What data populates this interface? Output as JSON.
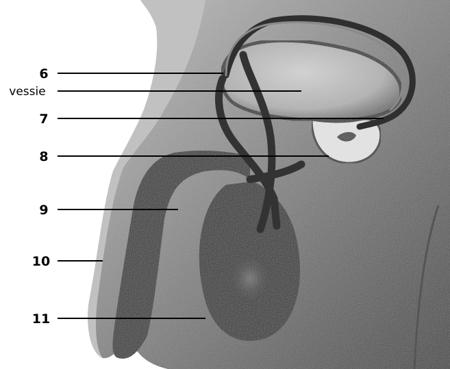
{
  "labels": {
    "l6": "6",
    "vessie": "vessie",
    "l7": "7",
    "l8": "8",
    "l9": "9",
    "l10": "10",
    "l11": "11"
  },
  "colors": {
    "background": "#ffffff",
    "skin": "#b9b9b9",
    "dark_tissue": "#333333",
    "bladder": "#bdbdbd",
    "duct": "#3a3a3a",
    "label_text": "#000000"
  },
  "icons": [
    "male-reproductive-anatomy-illustration"
  ]
}
